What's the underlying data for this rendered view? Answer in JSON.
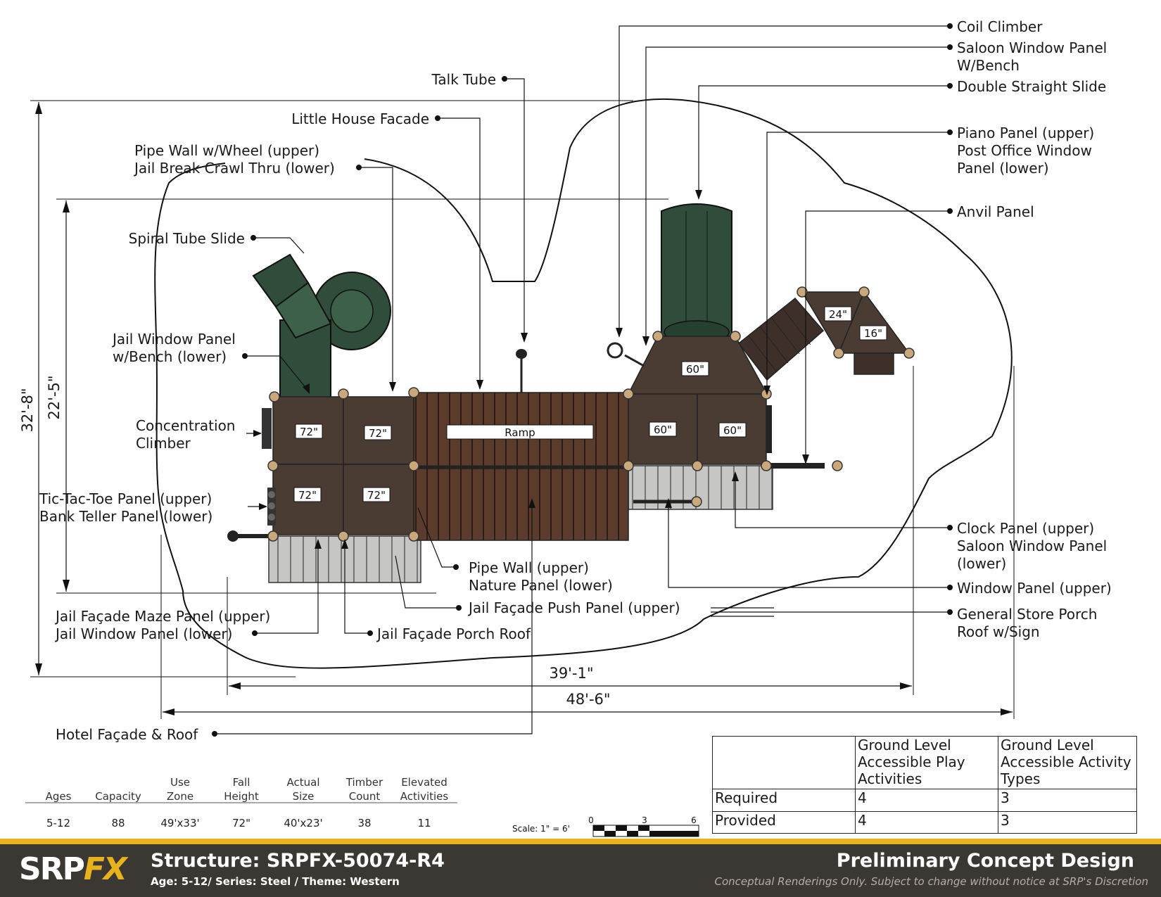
{
  "callouts": {
    "coil_climber": "Coil Climber",
    "saloon_window_bench_1": "Saloon Window Panel",
    "saloon_window_bench_2": "W/Bench",
    "double_straight_slide": "Double Straight Slide",
    "piano_panel_1": "Piano Panel (upper)",
    "piano_panel_2": "Post Office Window",
    "piano_panel_3": "Panel (lower)",
    "anvil_panel": "Anvil Panel",
    "talk_tube": "Talk Tube",
    "little_house": "Little House Facade",
    "pipe_wall_wheel_1": "Pipe Wall w/Wheel (upper)",
    "pipe_wall_wheel_2": "Jail Break Crawl Thru (lower)",
    "spiral_tube_slide": "Spiral Tube Slide",
    "jail_window_bench_1": "Jail Window Panel",
    "jail_window_bench_2": "w/Bench (lower)",
    "concentration_climber_1": "Concentration",
    "concentration_climber_2": "Climber",
    "tic_tac_toe_1": "Tic-Tac-Toe Panel (upper)",
    "tic_tac_toe_2": "Bank Teller Panel (lower)",
    "pipe_wall_nature_1": "Pipe Wall (upper)",
    "pipe_wall_nature_2": "Nature Panel (lower)",
    "jail_push_panel": "Jail Façade Push Panel (upper)",
    "jail_maze_1": "Jail Façade Maze Panel (upper)",
    "jail_maze_2": "Jail Window Panel (lower)",
    "jail_porch_roof": "Jail Façade Porch Roof",
    "hotel_facade": "Hotel Façade & Roof",
    "clock_panel_1": "Clock Panel (upper)",
    "clock_panel_2": "Saloon Window Panel",
    "clock_panel_3": "(lower)",
    "window_panel": "Window Panel (upper)",
    "general_store_1": "General Store Porch",
    "general_store_2": "Roof w/Sign"
  },
  "dimensions": {
    "overall_depth": "32'-8\"",
    "structure_depth": "22'-5\"",
    "structure_width": "39'-1\"",
    "overall_width": "48'-6\""
  },
  "decks": {
    "d1": "72\"",
    "d2": "72\"",
    "d3": "72\"",
    "d4": "72\"",
    "ramp": "Ramp",
    "d5": "60\"",
    "d6": "60\"",
    "d7": "60\"",
    "d8": "24\"",
    "d9": "16\""
  },
  "specs": {
    "headers": [
      [
        "",
        "Ages"
      ],
      [
        "",
        "Capacity"
      ],
      [
        "Use",
        "Zone"
      ],
      [
        "Fall",
        "Height"
      ],
      [
        "Actual",
        "Size"
      ],
      [
        "Timber",
        "Count"
      ],
      [
        "Elevated",
        "Activities"
      ]
    ],
    "values": [
      "5-12",
      "88",
      "49'x33'",
      "72\"",
      "40'x23'",
      "38",
      "11"
    ]
  },
  "scale": {
    "label": "Scale: 1\" = 6'",
    "t0": "0",
    "t3": "3",
    "t6": "6"
  },
  "accessibility": {
    "col1": "Ground Level Accessible Play Activities",
    "col2": "Ground Level Accessible Activity Types",
    "rows": [
      {
        "label": "Required",
        "v1": "4",
        "v2": "3"
      },
      {
        "label": "Provided",
        "v1": "4",
        "v2": "3"
      }
    ]
  },
  "footer": {
    "logo_a": "SRP",
    "logo_b": "FX",
    "structure": "Structure: SRPFX-50074-R4",
    "subtitle": "Age: 5-12/ Series: Steel / Theme: Western",
    "design": "Preliminary Concept Design",
    "disclaimer": "Conceptual Renderings Only. Subject to change without notice at SRP's Discretion"
  },
  "colors": {
    "deck": "#4a3b33",
    "timber": "#5a3b2c",
    "slide": "#2f4d3a",
    "panel_gray": "#c6c6c4",
    "post": "#c9a97c",
    "footer_bg": "#3b3733",
    "accent": "#e8b21c"
  }
}
